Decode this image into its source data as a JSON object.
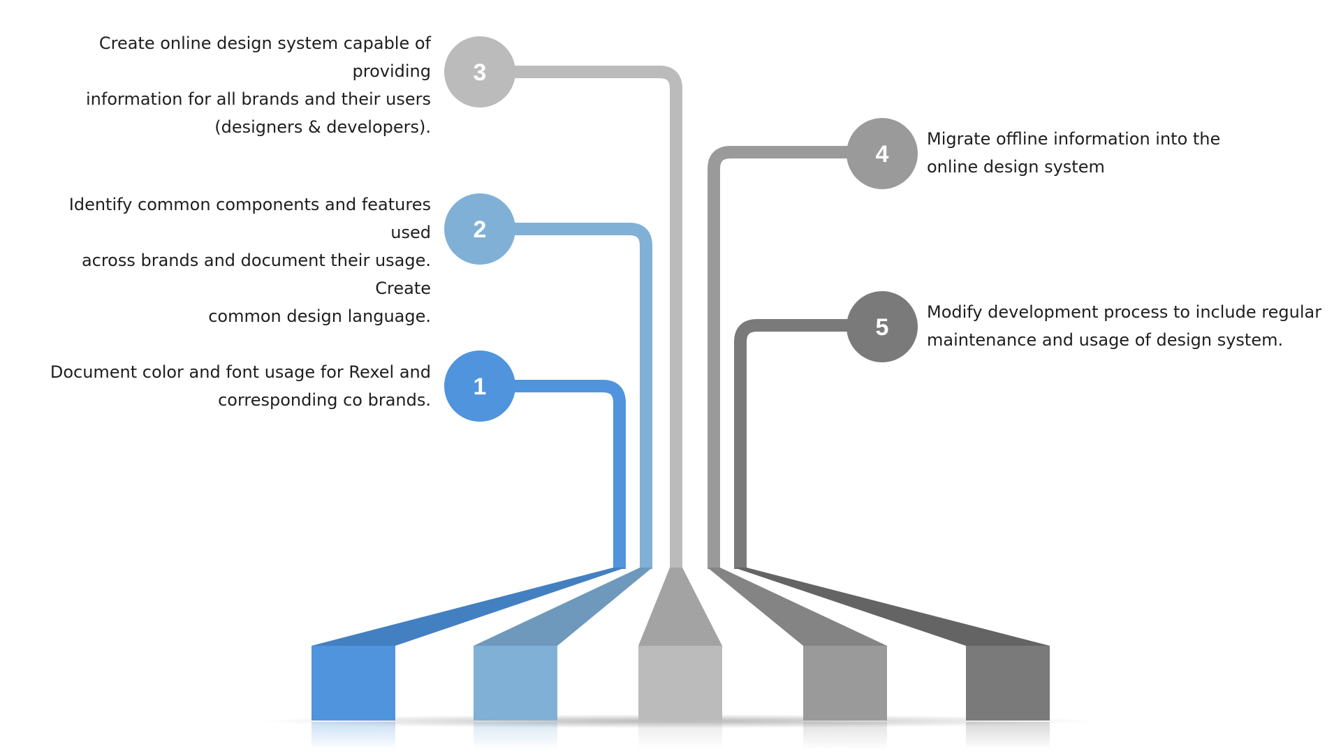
{
  "steps": [
    {
      "number": "1",
      "description": "Document color and font usage for Rexel and corresponding co brands.",
      "lines": [
        "Document color and font usage for Rexel and",
        "corresponding co brands."
      ],
      "color": "#4f94dc",
      "side": "left"
    },
    {
      "number": "2",
      "description": "Identify common components and features used across brands and document their usage.  Create common design language.",
      "lines": [
        "Identify common components and features used",
        "across brands and document their usage.  Create",
        "common design language."
      ],
      "color": "#80b0d6",
      "side": "left"
    },
    {
      "number": "3",
      "description": "Create online design system capable of providing information for all brands and their users (designers & developers).",
      "lines": [
        "Create online design system capable of providing",
        "information for all brands and their users",
        "(designers & developers)."
      ],
      "color": "#bbbbbb",
      "side": "left"
    },
    {
      "number": "4",
      "description": "Migrate offline information into the online design system",
      "lines": [
        "Migrate offline information into the",
        "online design system"
      ],
      "color": "#9a9a9a",
      "side": "right"
    },
    {
      "number": "5",
      "description": "Modify development process to include regular maintenance and usage of design system.",
      "lines": [
        "Modify development process to include regular",
        "maintenance and usage of design system."
      ],
      "color": "#7a7a7a",
      "side": "right"
    }
  ],
  "colors": {
    "background": "#ffffff",
    "text": "#1e1e1e",
    "badge_text": "#ffffff",
    "blue_dark": "#4f94dc",
    "blue_light": "#80b0d6",
    "gray_light": "#bbbbbb",
    "gray_mid": "#9a9a9a",
    "gray_dark": "#7a7a7a"
  }
}
